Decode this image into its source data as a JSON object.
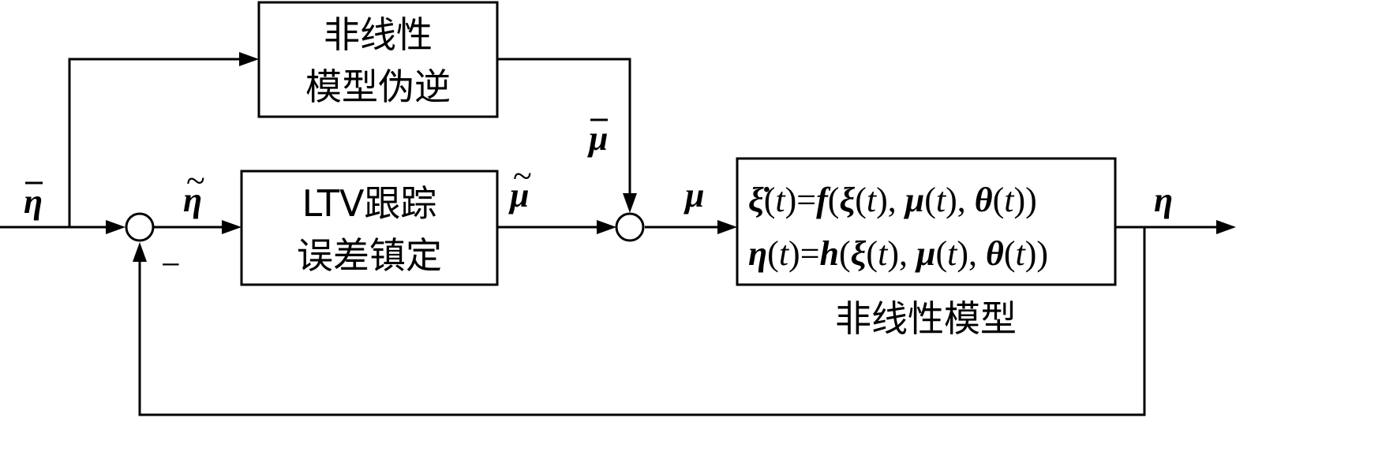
{
  "blocks": {
    "pseudo_inverse": {
      "line1": "非线性",
      "line2": "模型伪逆"
    },
    "ltv_controller": {
      "line1": "LTV跟踪",
      "line2": "误差镇定"
    },
    "plant": {
      "eq1": {
        "lhs": "ξ̇",
        "t1": "t",
        "eqf": "f",
        "xi": "ξ",
        "mu": "μ",
        "theta": "θ",
        "t": "t"
      },
      "eq2": {
        "lhs": "η",
        "t1": "t",
        "eqf": "h",
        "xi": "ξ",
        "mu": "μ",
        "theta": "θ",
        "t": "t"
      },
      "caption": "非线性模型"
    }
  },
  "signals": {
    "reference": "η",
    "tracking_error": "η",
    "feedforward": "μ",
    "correction": "μ",
    "control": "μ",
    "output": "η",
    "minus_sign": "−"
  }
}
